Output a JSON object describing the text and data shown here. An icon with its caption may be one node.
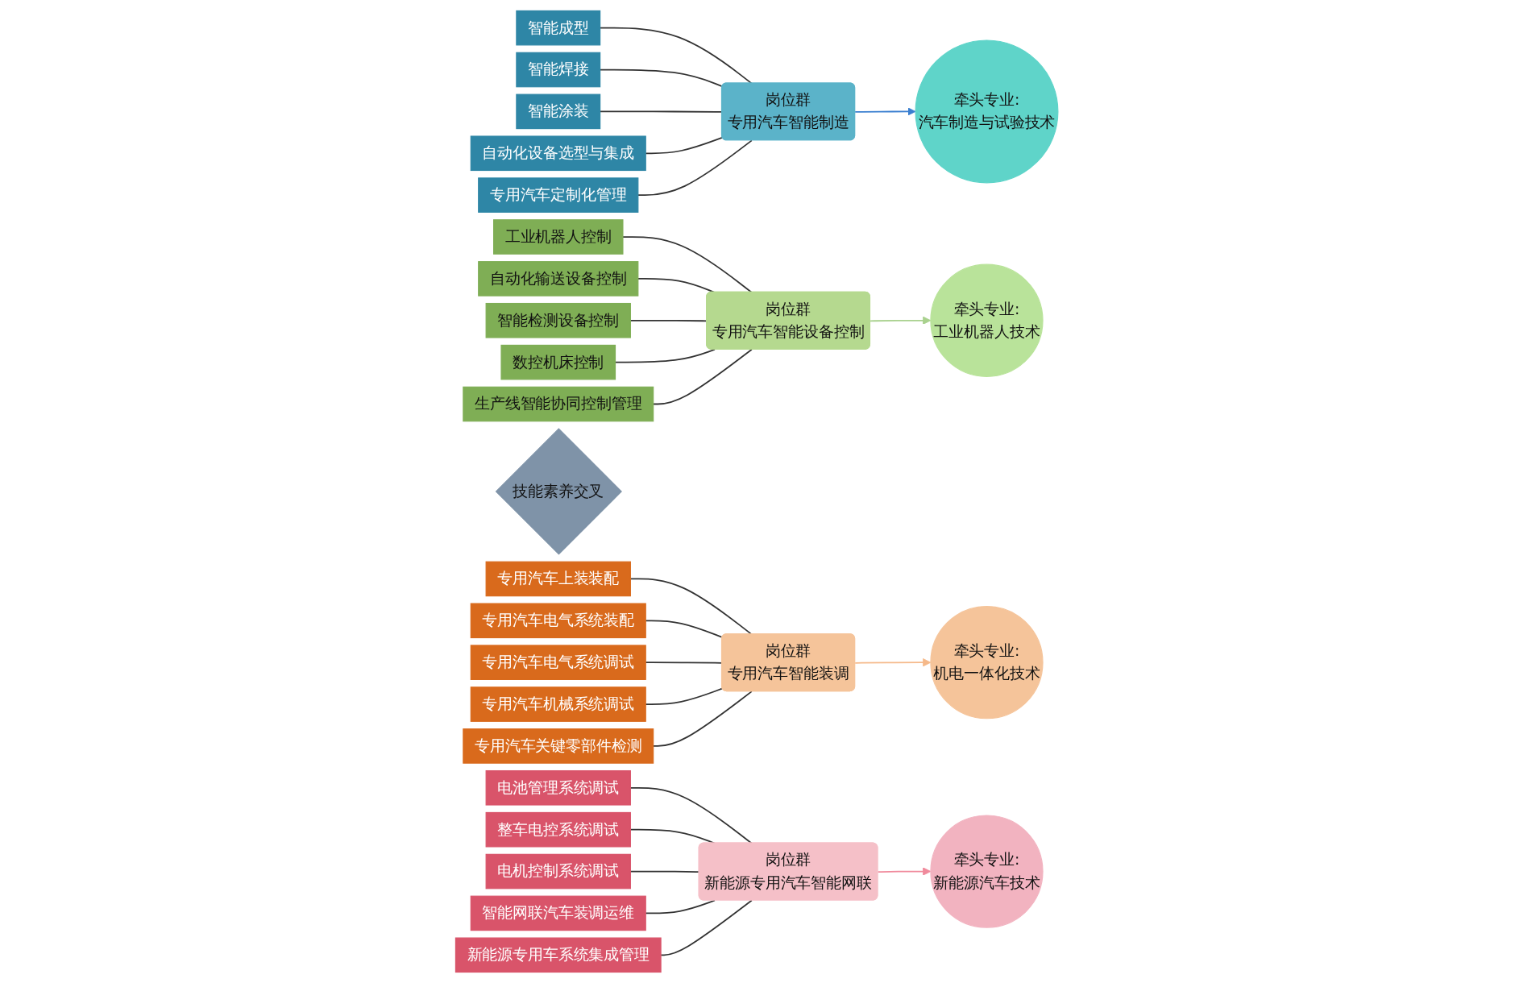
{
  "diagram": {
    "nodes": [
      {
        "text": [
          "智能成型"
        ]
      },
      {
        "text": [
          "智能焊接"
        ]
      },
      {
        "text": [
          "智能涂装"
        ]
      },
      {
        "text": [
          "自动化设备选型与集成"
        ]
      },
      {
        "text": [
          "专用汽车定制化管理"
        ]
      },
      {
        "text": [
          "岗位群",
          "专用汽车智能制造"
        ]
      },
      {
        "text": [
          "牵头专业:",
          "汽车制造与试验技术"
        ]
      },
      {
        "text": [
          "牵头专业:",
          "工业机器人技术"
        ]
      },
      {
        "text": [
          "岗位群",
          "专用汽车智能设备控制"
        ]
      },
      {
        "text": [
          "工业机器人控制"
        ]
      },
      {
        "text": [
          "自动化输送设备控制"
        ]
      },
      {
        "text": [
          "智能检测设备控制"
        ]
      },
      {
        "text": [
          "数控机床控制"
        ]
      },
      {
        "text": [
          "生产线智能协同控制管理"
        ]
      },
      {
        "text": [
          "技能素养交叉"
        ]
      },
      {
        "text": [
          "专用汽车上装装配"
        ]
      },
      {
        "text": [
          "专用汽车电气系统装配"
        ]
      },
      {
        "text": [
          "专用汽车电气系统调试"
        ]
      },
      {
        "text": [
          "专用汽车机械系统调试"
        ]
      },
      {
        "text": [
          "专用汽车关键零部件检测"
        ]
      },
      {
        "text": [
          "岗位群",
          "专用汽车智能装调"
        ]
      },
      {
        "text": [
          "牵头专业:",
          "机电一体化技术"
        ]
      },
      {
        "text": [
          "牵头专业:",
          "新能源汽车技术"
        ]
      },
      {
        "text": [
          "岗位群",
          "新能源专用汽车智能网联"
        ]
      },
      {
        "text": [
          "电池管理系统调试"
        ]
      },
      {
        "text": [
          "整车电控系统调试"
        ]
      },
      {
        "text": [
          "电机控制系统调试"
        ]
      },
      {
        "text": [
          "智能网联汽车装调运维"
        ]
      },
      {
        "text": [
          "新能源专用车系统集成管理"
        ]
      }
    ],
    "edges": [
      {
        "from": 0,
        "to": 5,
        "arrow": "none"
      },
      {
        "from": 1,
        "to": 5,
        "arrow": "none"
      },
      {
        "from": 2,
        "to": 5,
        "arrow": "none"
      },
      {
        "from": 3,
        "to": 5,
        "arrow": "none"
      },
      {
        "from": 4,
        "to": 5,
        "arrow": "none"
      },
      {
        "from": 5,
        "to": 6,
        "arrow": "to",
        "color": "#3a7fd0"
      },
      {
        "from": 8,
        "to": 7,
        "arrow": "to",
        "color": "#a9d18e"
      },
      {
        "from": 9,
        "to": 8,
        "arrow": "none"
      },
      {
        "from": 10,
        "to": 8,
        "arrow": "none"
      },
      {
        "from": 11,
        "to": 8,
        "arrow": "none"
      },
      {
        "from": 12,
        "to": 8,
        "arrow": "none"
      },
      {
        "from": 13,
        "to": 8,
        "arrow": "none"
      },
      {
        "from": 15,
        "to": 20,
        "arrow": "none"
      },
      {
        "from": 16,
        "to": 20,
        "arrow": "none"
      },
      {
        "from": 17,
        "to": 20,
        "arrow": "none"
      },
      {
        "from": 18,
        "to": 20,
        "arrow": "none"
      },
      {
        "from": 19,
        "to": 20,
        "arrow": "none"
      },
      {
        "from": 20,
        "to": 21,
        "arrow": "to",
        "color": "#f5b98a"
      },
      {
        "from": 23,
        "to": 22,
        "arrow": "to",
        "color": "#f08a9c"
      },
      {
        "from": 24,
        "to": 23,
        "arrow": "none"
      },
      {
        "from": 25,
        "to": 23,
        "arrow": "none"
      },
      {
        "from": 26,
        "to": 23,
        "arrow": "none"
      },
      {
        "from": 27,
        "to": 23,
        "arrow": "none"
      },
      {
        "from": 28,
        "to": 23,
        "arrow": "none"
      }
    ]
  }
}
